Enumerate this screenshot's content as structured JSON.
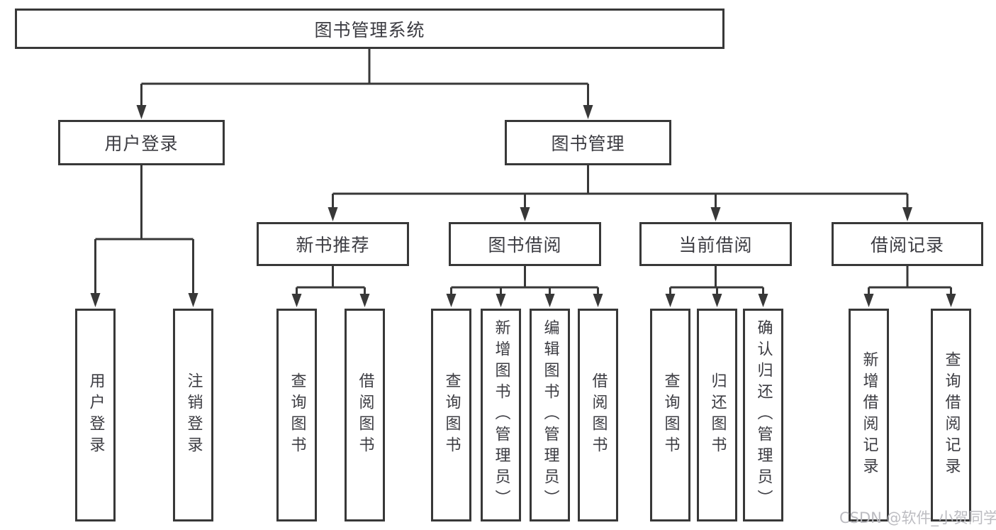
{
  "tree": {
    "root": {
      "label": "图书管理系统",
      "children": [
        {
          "label": "用户登录",
          "children": [
            {
              "label": "用户登录"
            },
            {
              "label": "注销登录"
            }
          ]
        },
        {
          "label": "图书管理",
          "children": [
            {
              "label": "新书推荐",
              "children": [
                {
                  "label": "查询图书"
                },
                {
                  "label": "借阅图书"
                }
              ]
            },
            {
              "label": "图书借阅",
              "children": [
                {
                  "label": "查询图书"
                },
                {
                  "label": "新增图书（管理员）"
                },
                {
                  "label": "编辑图书（管理员）"
                },
                {
                  "label": "借阅图书"
                }
              ]
            },
            {
              "label": "当前借阅",
              "children": [
                {
                  "label": "查询图书"
                },
                {
                  "label": "归还图书"
                },
                {
                  "label": "确认归还（管理员）"
                }
              ]
            },
            {
              "label": "借阅记录",
              "children": [
                {
                  "label": "新增借阅记录"
                },
                {
                  "label": "查询借阅记录"
                }
              ]
            }
          ]
        }
      ]
    }
  },
  "watermark": {
    "text": "CSDN @软件_小贺同学"
  },
  "colors": {
    "line": "#383838",
    "text": "#3c3c42",
    "watermark": "#b8b8be",
    "background": "#ffffff"
  }
}
